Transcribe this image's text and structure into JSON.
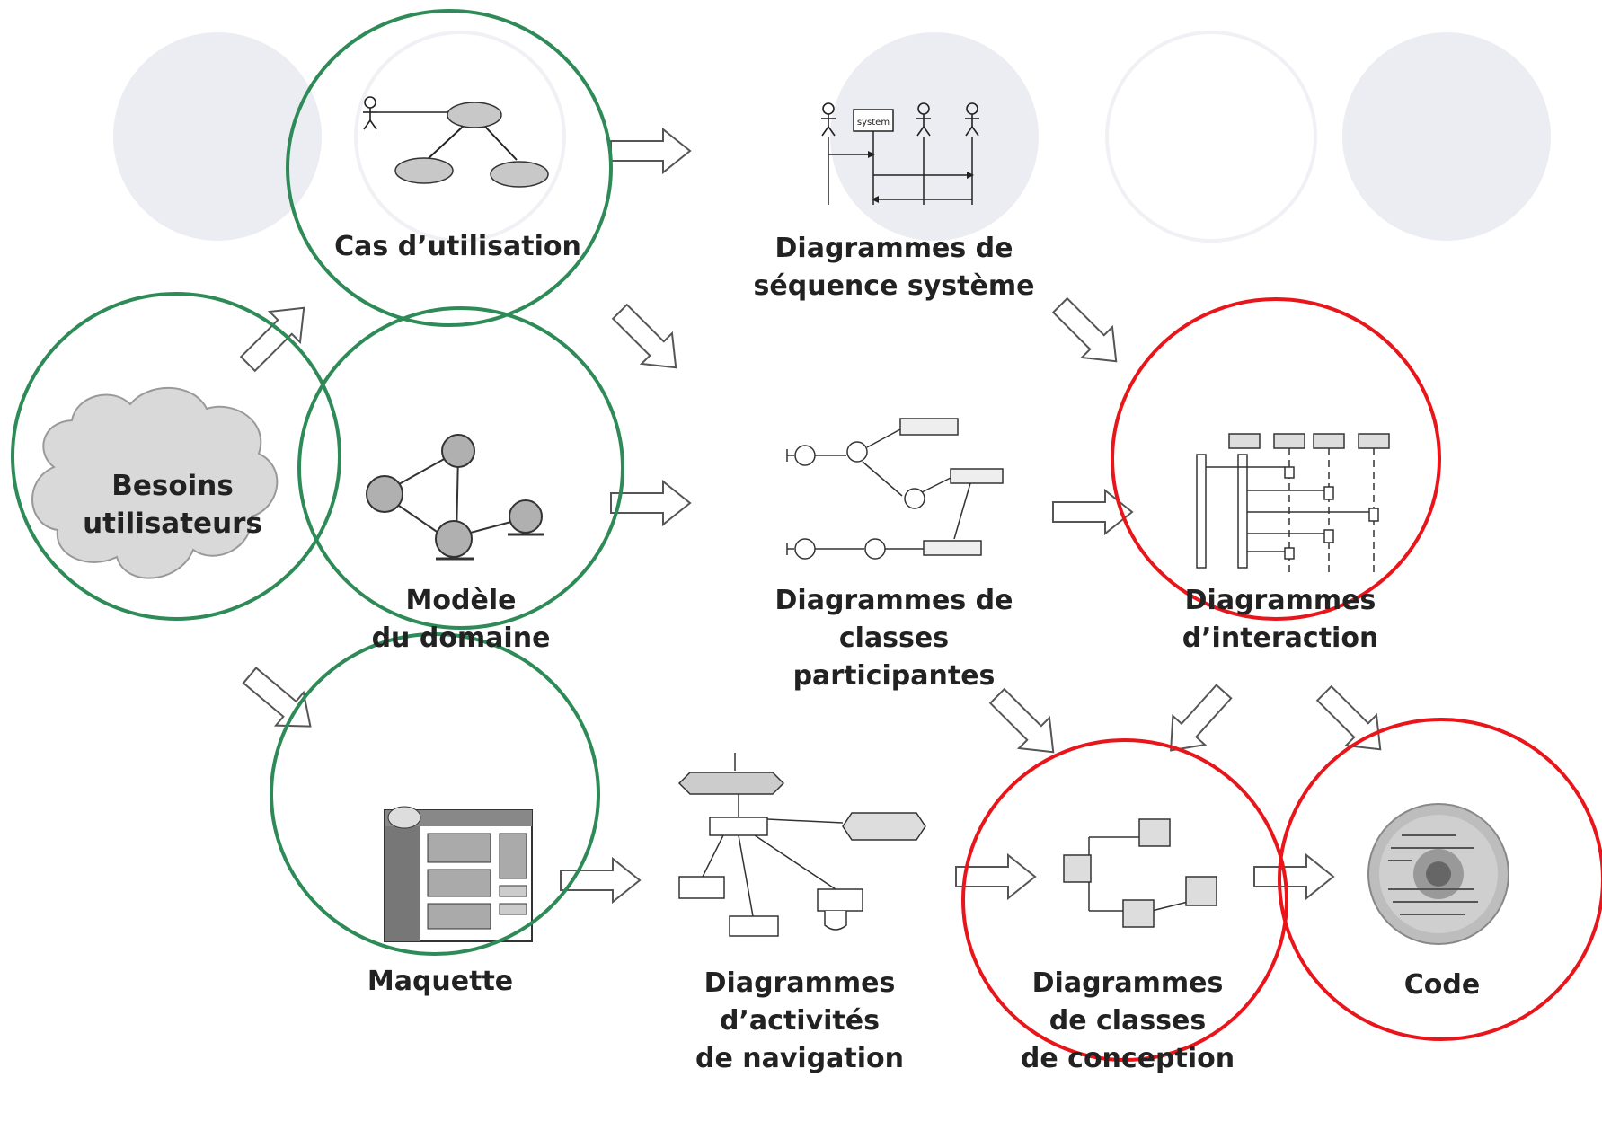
{
  "labels": {
    "besoins": "Besoins\nutilisateurs",
    "cas_utilisation": "Cas d’utilisation",
    "modele_domaine": "Modèle\ndu domaine",
    "maquette": "Maquette",
    "seq_systeme": "Diagrammes de\nséquence système",
    "classes_participantes": "Diagrammes de\nclasses participantes",
    "activites_navigation": "Diagrammes\nd’activités\nde navigation",
    "interaction": "Diagrammes\nd’interaction",
    "classes_conception": "Diagrammes\nde classes\nde conception",
    "code": "Code"
  },
  "icons": {
    "seq_system_box": "system"
  },
  "colors": {
    "highlight_green": "#2e8b57",
    "highlight_red": "#e8151b",
    "background_circle": "#ecedf3",
    "arrow_stroke": "#555555",
    "cloud_fill": "#d9d9d9",
    "node_fill": "#c8c8c8"
  }
}
